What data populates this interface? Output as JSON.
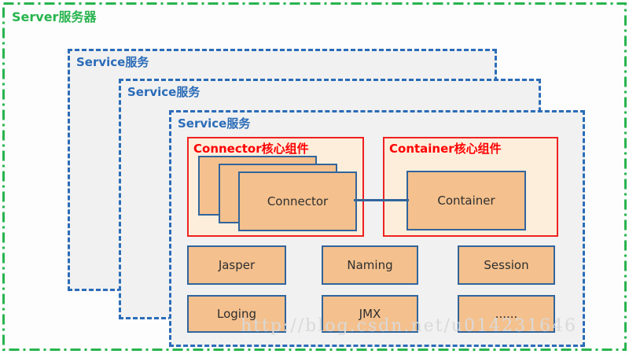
{
  "diagram": {
    "server": {
      "label": "Server服务器"
    },
    "services": [
      {
        "label": "Service服务"
      },
      {
        "label": "Service服务"
      },
      {
        "label": "Service服务"
      }
    ],
    "connector_group": {
      "label": "Connector核心组件",
      "box_label": "Connector",
      "stack_count": 3
    },
    "container_group": {
      "label": "Container核心组件",
      "box_label": "Container"
    },
    "component_boxes": [
      {
        "label": "Jasper"
      },
      {
        "label": "Naming"
      },
      {
        "label": "Session"
      },
      {
        "label": "Loging"
      },
      {
        "label": "JMX"
      },
      {
        "label": "......"
      }
    ],
    "watermark": "http://blog.csdn.net/u014231646",
    "colors": {
      "server_border": "#28b44e",
      "service_border": "#2b6cb8",
      "service_fill": "#f1f1f1",
      "core_border": "#ee2222",
      "core_label": "#ff0000",
      "core_fill": "#fdeedc",
      "component_fill": "#f4c08d",
      "component_border": "#31659c",
      "watermark": "#d9d9d9"
    }
  }
}
